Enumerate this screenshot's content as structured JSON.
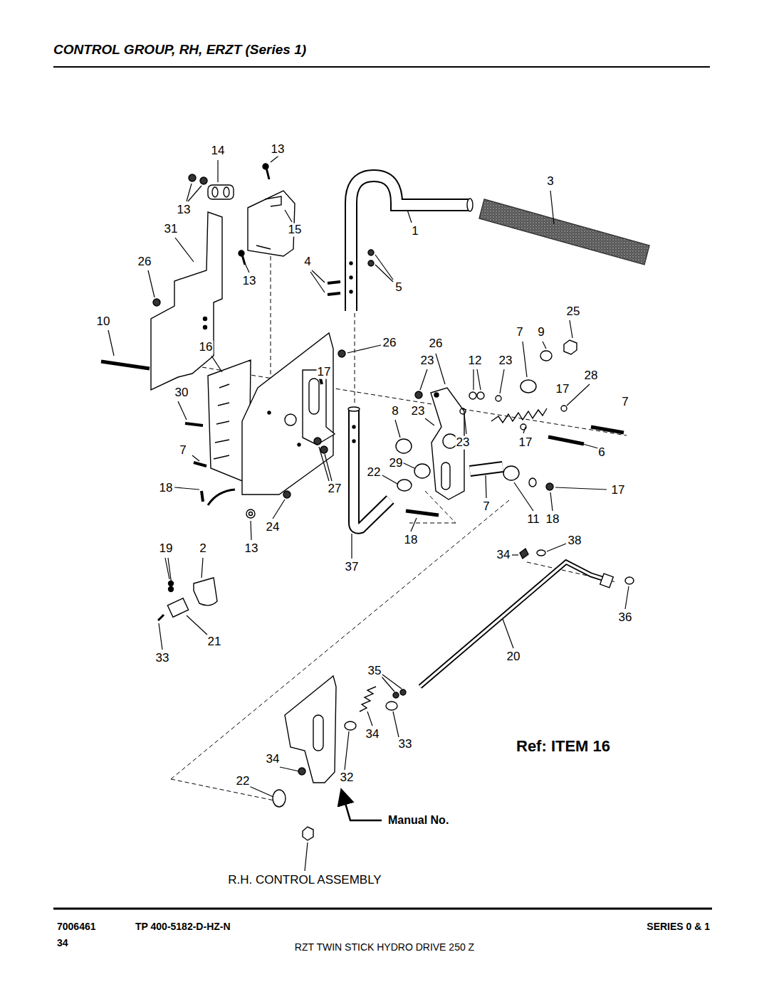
{
  "diagram": {
    "title": "CONTROL GROUP, RH, ERZT (Series 1)",
    "labels": [
      "14",
      "13",
      "3",
      "13",
      "31",
      "15",
      "1",
      "26",
      "4",
      "13",
      "5",
      "25",
      "10",
      "16",
      "26",
      "26",
      "7",
      "9",
      "12",
      "23",
      "17",
      "23",
      "28",
      "17",
      "30",
      "7",
      "8",
      "23",
      "23",
      "17",
      "7",
      "29",
      "6",
      "22",
      "17",
      "18",
      "27",
      "7",
      "11",
      "18",
      "24",
      "18",
      "13",
      "19",
      "2",
      "37",
      "34",
      "38",
      "36",
      "20",
      "21",
      "33",
      "35",
      "34",
      "33",
      "34",
      "32",
      "22",
      "R.H. CONTROL ASSEMBLY",
      "Ref: ITEM 16",
      "Manual No.",
      "7006461",
      "TP 400-5182-D-HZ-N",
      "34",
      "RZT TWIN STICK HYDRO DRIVE 250 Z",
      "SERIES 0 & 1"
    ]
  }
}
